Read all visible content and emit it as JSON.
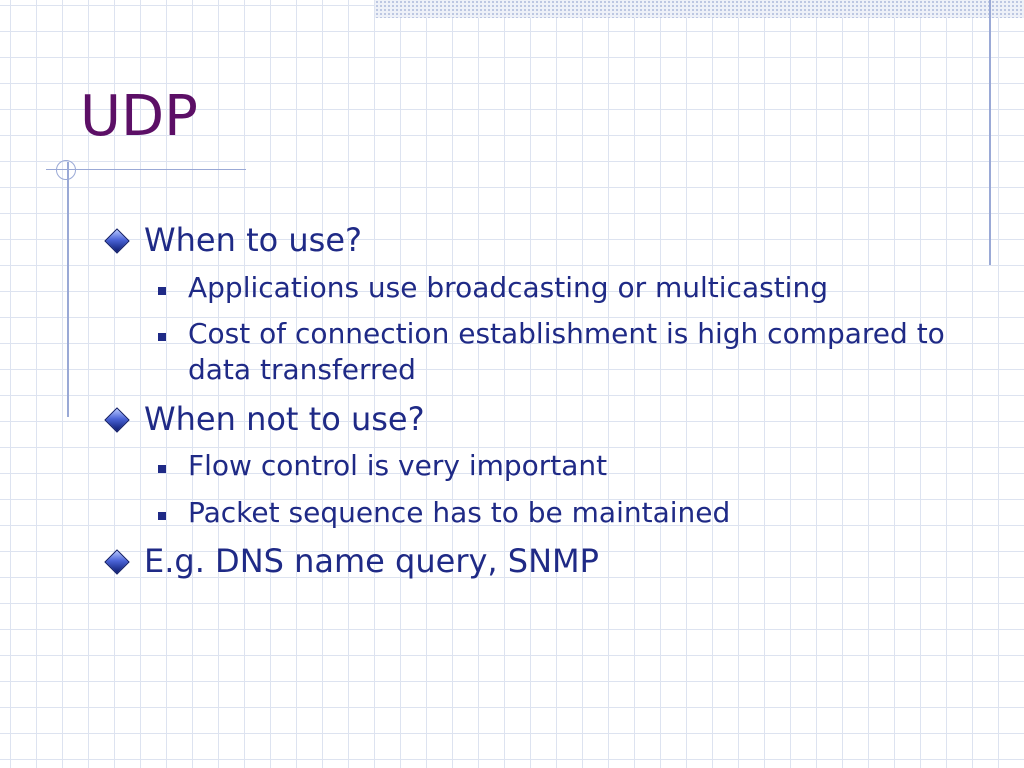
{
  "slide": {
    "title": "UDP",
    "points": [
      {
        "text": "When to use?",
        "subpoints": [
          "Applications use broadcasting or multicasting",
          "Cost of connection establishment is high compared to data transferred"
        ]
      },
      {
        "text": "When not to use?",
        "subpoints": [
          "Flow control is very important",
          "Packet sequence has to be maintained"
        ]
      },
      {
        "text": "E.g. DNS name query, SNMP",
        "subpoints": []
      }
    ]
  },
  "colors": {
    "title": "#5c0f66",
    "body_text": "#1f2a86",
    "accent_lines": "#9aa9d6",
    "grid": "#dde3f0"
  },
  "icons": {
    "level1_bullet": "diamond-bullet-icon",
    "level2_bullet": "square-bullet-icon"
  }
}
